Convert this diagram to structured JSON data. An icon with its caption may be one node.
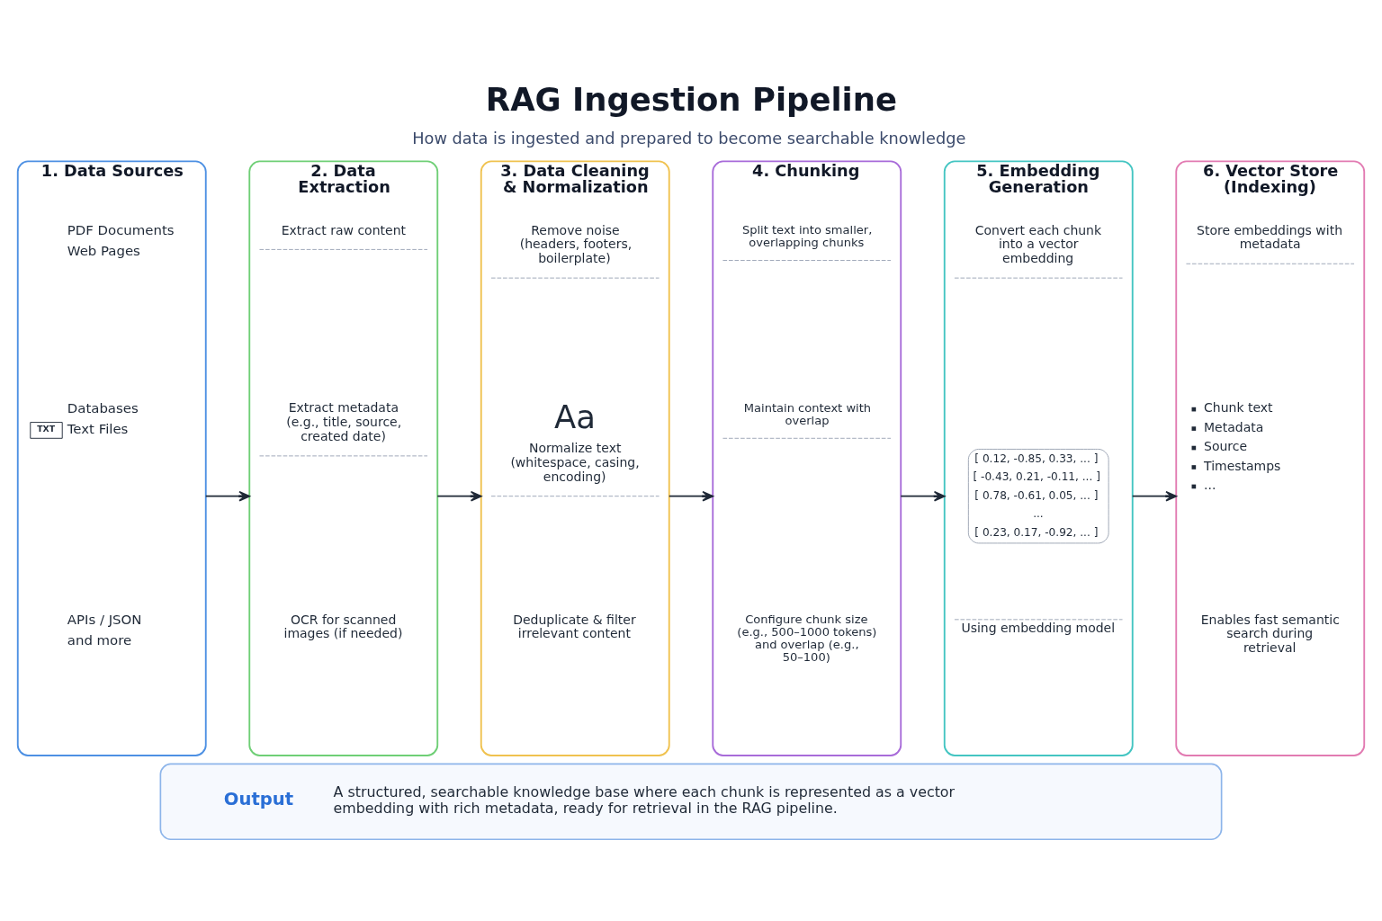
{
  "diagram": {
    "title": "RAG Ingestion Pipeline",
    "nodes": [
      {
        "text": [
          "1. Data Sources",
          "PDF Documents",
          "Web Pages",
          "Databases",
          "TXT",
          "Text Files",
          "APIs / JSON",
          "and more"
        ]
      },
      {
        "text": [
          "2. Data Extraction",
          "Extract raw content",
          "Extract metadata (e.g., title, source, created date)",
          "OCR for scanned images (if needed)"
        ]
      },
      {
        "text": [
          "3. Data Cleaning & Normalization",
          "Remove noise (headers, footers, boilerplate)",
          "Aa",
          "Normalize text (whitespace, casing, encoding)",
          "Deduplicate & filter irrelevant content"
        ]
      },
      {
        "text": [
          "4. Chunking",
          "Split text into smaller, overlapping chunks",
          "Maintain context with overlap",
          "Configure chunk size (e.g., 500–1000 tokens) and overlap (e.g., 50–100)"
        ]
      },
      {
        "text": [
          "5. Embedding Generation",
          "Convert each chunk into a vector embedding",
          "Using embedding model"
        ]
      },
      {
        "text": [
          "[ 0.12, -0.85, 0.33, ... ]",
          "[ -0.43, 0.21, -0.11, ... ]",
          "[ 0.78, -0.61, 0.05, ... ]",
          "...",
          "[ 0.23, 0.17, -0.92, ... ]"
        ],
        "in": 4
      },
      {
        "text": [
          "6. Vector Store (Indexing)",
          "Store embeddings with metadata",
          "Chunk text",
          "Metadata",
          "Source",
          "Timestamps",
          "...",
          "Enables fast semantic search during retrieval"
        ]
      },
      {
        "text": [
          "Output",
          "A structured, searchable knowledge base where each chunk is represented as a vector embedding with rich metadata, ready for retrieval in the RAG pipeline."
        ]
      }
    ],
    "edges": [
      {
        "from": 0,
        "to": 1,
        "arrow": "to"
      },
      {
        "from": 1,
        "to": 2,
        "arrow": "to"
      },
      {
        "from": 2,
        "to": 3,
        "arrow": "to"
      },
      {
        "from": 3,
        "to": 4,
        "arrow": "to"
      },
      {
        "from": 4,
        "to": 6,
        "arrow": "to"
      }
    ],
    "labels": [
      "How data is ingested and prepared to become searchable knowledge"
    ]
  }
}
